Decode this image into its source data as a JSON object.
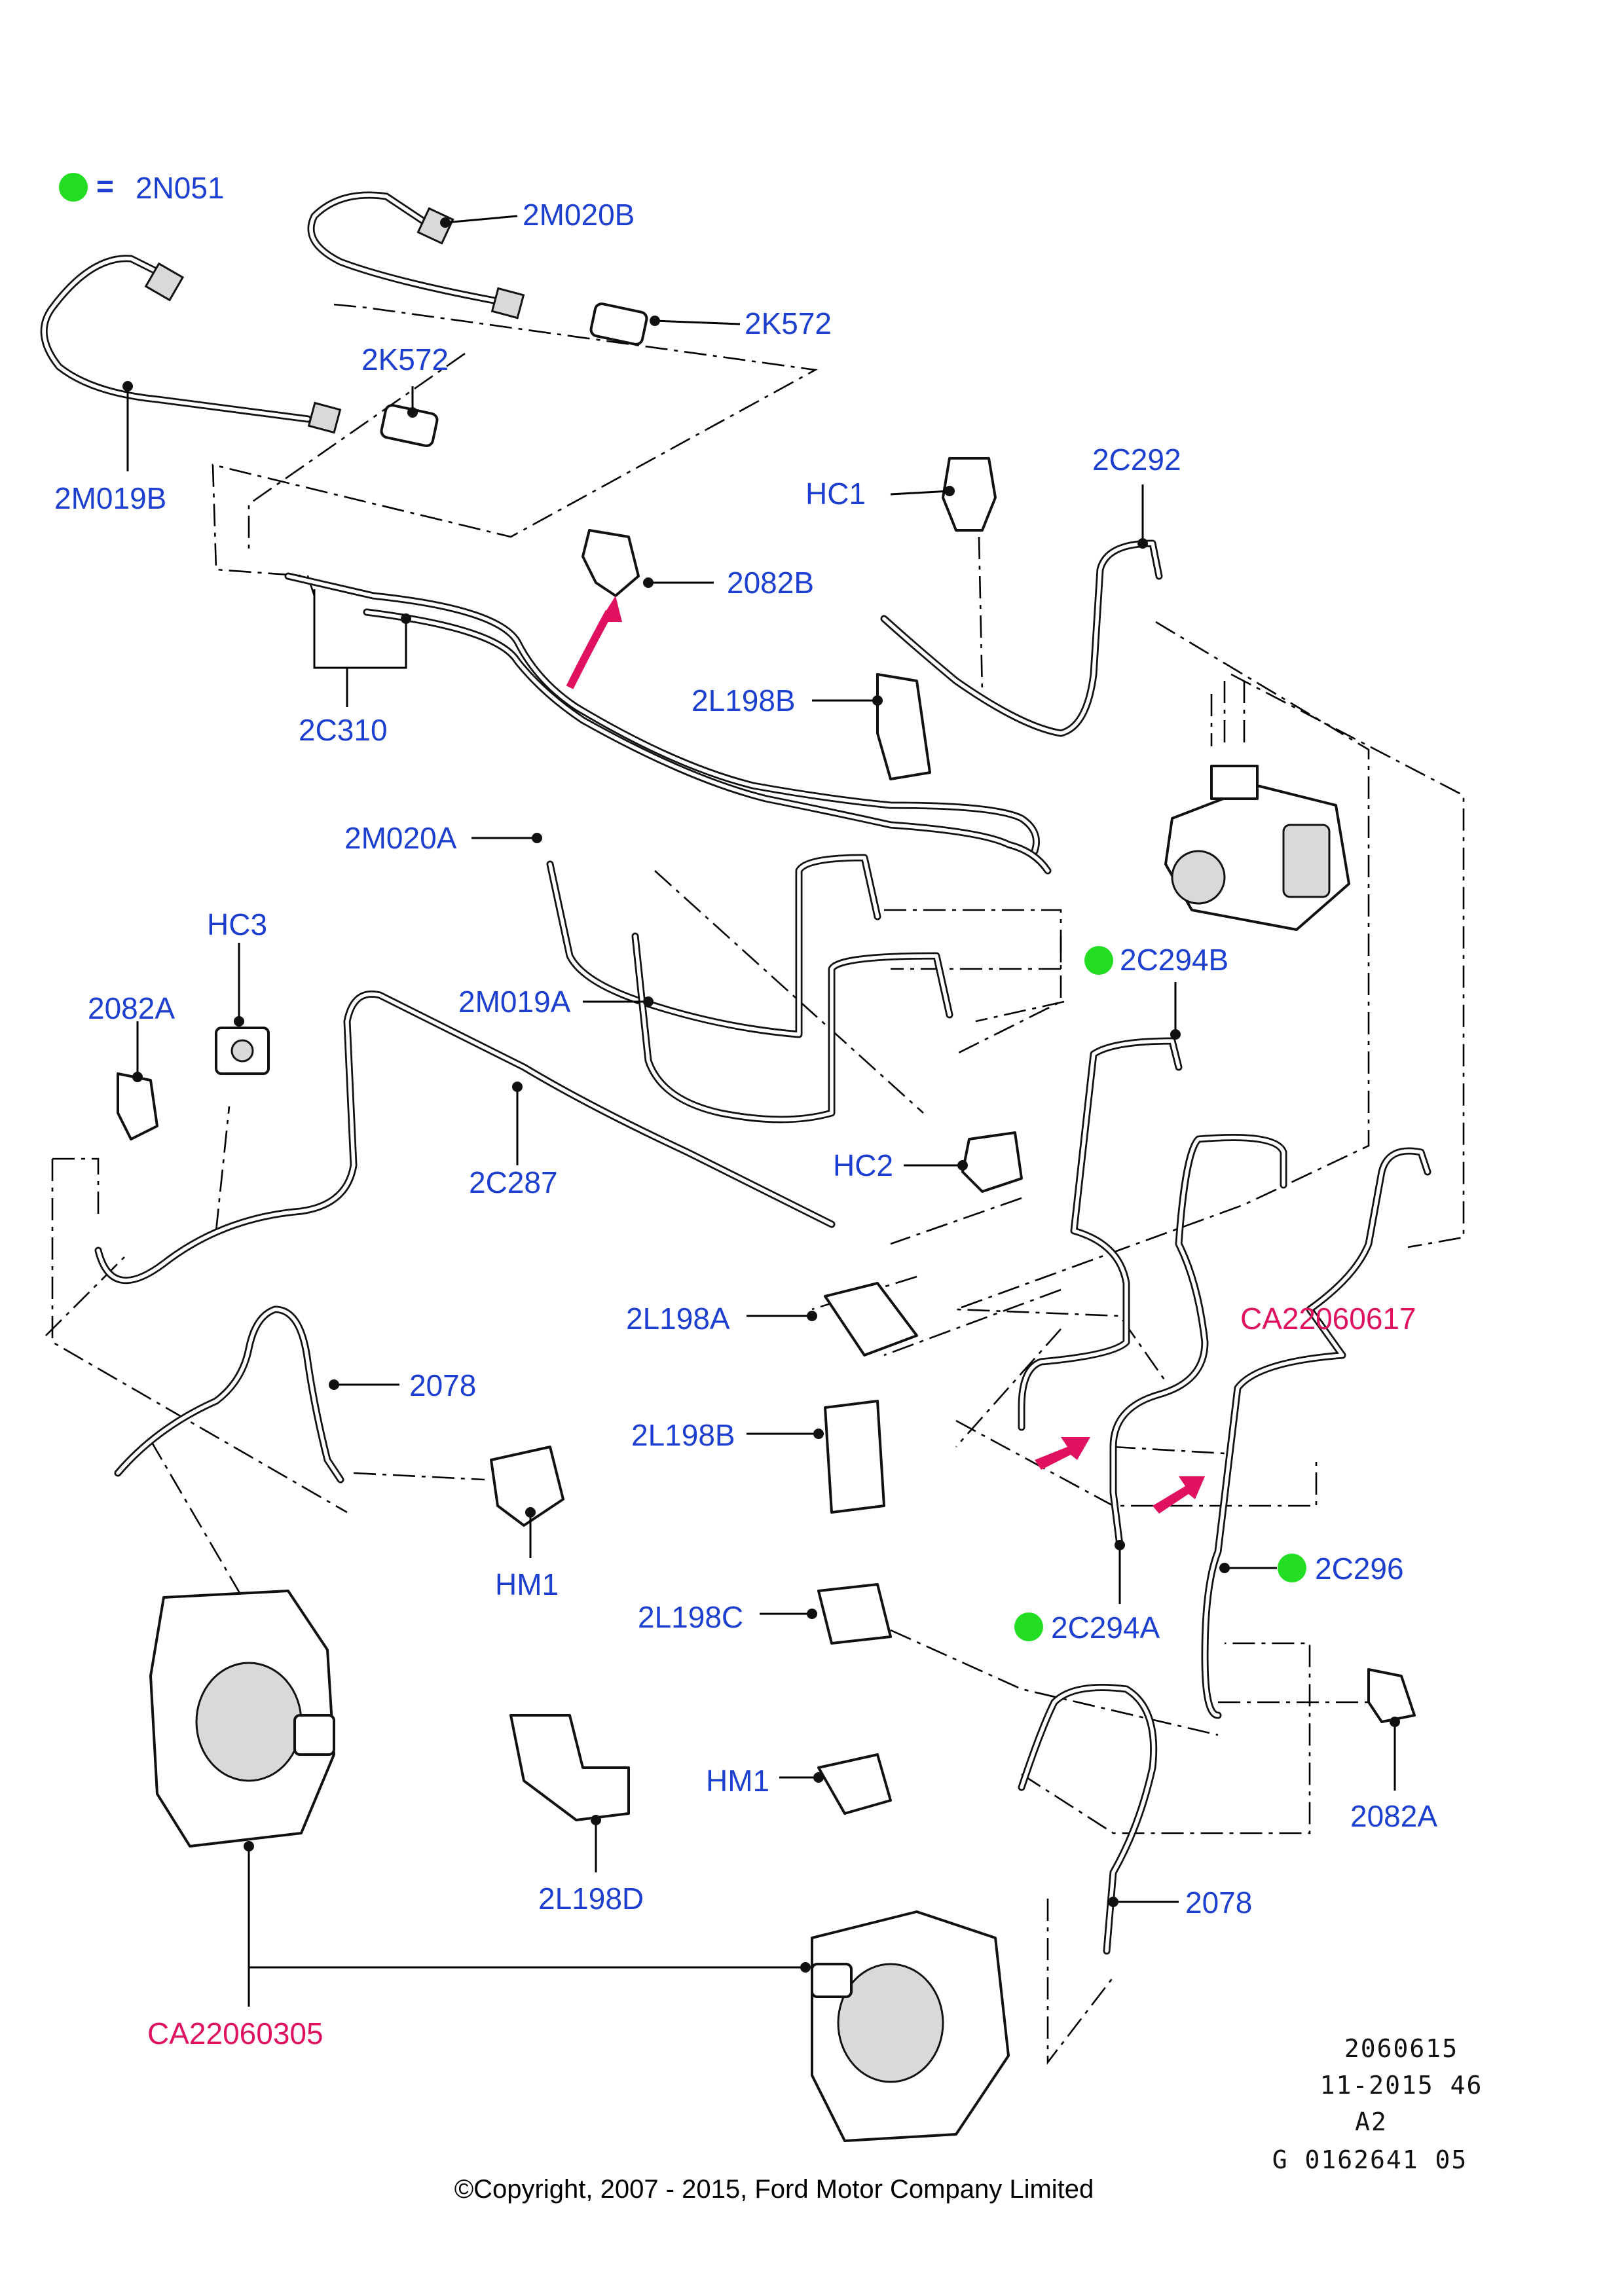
{
  "legend": {
    "marker_color": "#22dd22",
    "equals": "=",
    "code": "2N051"
  },
  "colors": {
    "label_blue": "#1d3fcf",
    "label_red": "#e0115f",
    "arrow_magenta": "#e0115f",
    "marker_green": "#22dd22"
  },
  "labels": {
    "l_2M020B": "2M020B",
    "l_2K572_top": "2K572",
    "l_2K572_left": "2K572",
    "l_2M019B": "2M019B",
    "l_HC1": "HC1",
    "l_2C292": "2C292",
    "l_2082B": "2082B",
    "l_2C310": "2C310",
    "l_2L198B_top": "2L198B",
    "l_2M020A": "2M020A",
    "l_HC3": "HC3",
    "l_2082A_left": "2082A",
    "l_2M019A": "2M019A",
    "l_2C294B": "2C294B",
    "l_2C287": "2C287",
    "l_HC2": "HC2",
    "l_2L198A": "2L198A",
    "l_CA22060617": "CA22060617",
    "l_2078_left": "2078",
    "l_2L198B_mid": "2L198B",
    "l_HM1_left": "HM1",
    "l_2C296": "2C296",
    "l_2L198C": "2L198C",
    "l_2C294A": "2C294A",
    "l_HM1_right": "HM1",
    "l_2082A_right": "2082A",
    "l_2L198D": "2L198D",
    "l_2078_right": "2078",
    "l_CA22060305": "CA22060305"
  },
  "footer": {
    "line1": "2060615",
    "line2": "11-2015 46",
    "line3": "A2",
    "line4": "G 0162641 05",
    "copyright": "©Copyright, 2007 - 2015, Ford Motor Company Limited"
  }
}
